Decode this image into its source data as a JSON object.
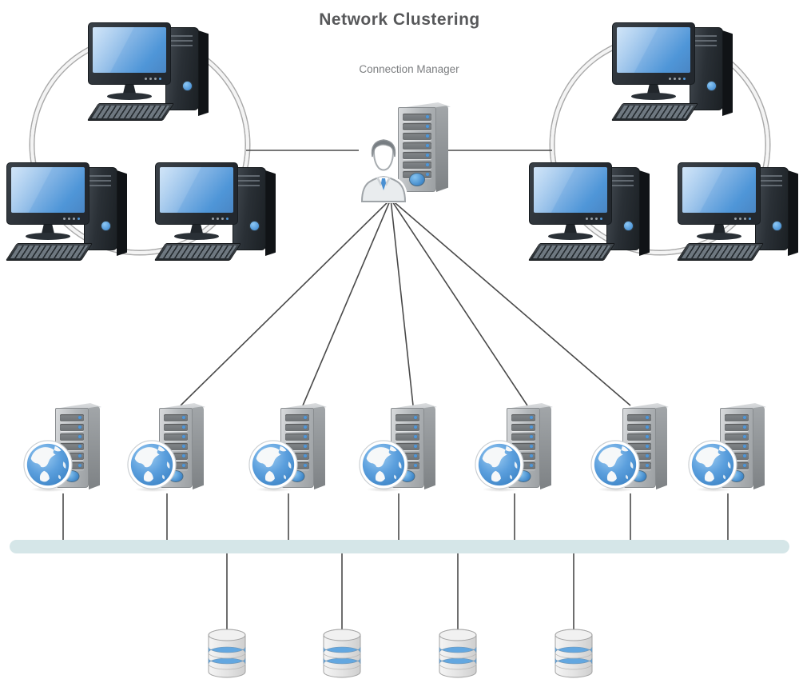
{
  "diagram": {
    "title": "Network Clustering",
    "subtitle": "Connection Manager",
    "background_color": "#ffffff"
  },
  "colors": {
    "line": "#4a4a4a",
    "accent_blue": "#4f96d8",
    "bus_fill": "#d5e6e8",
    "title_color": "#57585a",
    "subtitle_color": "#7c7e80",
    "db_band": "#63a7e0"
  },
  "nodes": {
    "clusters": [
      {
        "id": "left-cluster",
        "type": "workstation-ring",
        "workstations": [
          {
            "id": "workstation-left-top"
          },
          {
            "id": "workstation-left-bottom-left"
          },
          {
            "id": "workstation-left-bottom-right"
          }
        ]
      },
      {
        "id": "right-cluster",
        "type": "workstation-ring",
        "workstations": [
          {
            "id": "workstation-right-top"
          },
          {
            "id": "workstation-right-bottom-left"
          },
          {
            "id": "workstation-right-bottom-right"
          }
        ]
      }
    ],
    "connection_manager": {
      "id": "connection-manager",
      "label": "Connection Manager",
      "type": "admin-server"
    },
    "web_servers": [
      {
        "id": "web-server-1"
      },
      {
        "id": "web-server-2"
      },
      {
        "id": "web-server-3"
      },
      {
        "id": "web-server-4"
      },
      {
        "id": "web-server-5"
      },
      {
        "id": "web-server-6"
      },
      {
        "id": "web-server-7"
      }
    ],
    "backbone_bus": {
      "id": "backbone-bus"
    },
    "databases": [
      {
        "id": "database-1"
      },
      {
        "id": "database-2"
      },
      {
        "id": "database-3"
      },
      {
        "id": "database-4"
      }
    ]
  },
  "links": {
    "cluster_to_manager": [
      {
        "from": "left-cluster",
        "to": "connection-manager"
      },
      {
        "from": "right-cluster",
        "to": "connection-manager"
      }
    ],
    "manager_to_servers": [
      "web-server-2",
      "web-server-3",
      "web-server-4",
      "web-server-5",
      "web-server-6"
    ],
    "servers_to_bus": [
      "web-server-1",
      "web-server-2",
      "web-server-3",
      "web-server-4",
      "web-server-5",
      "web-server-6",
      "web-server-7"
    ],
    "bus_to_databases": [
      "database-1",
      "database-2",
      "database-3",
      "database-4"
    ]
  }
}
